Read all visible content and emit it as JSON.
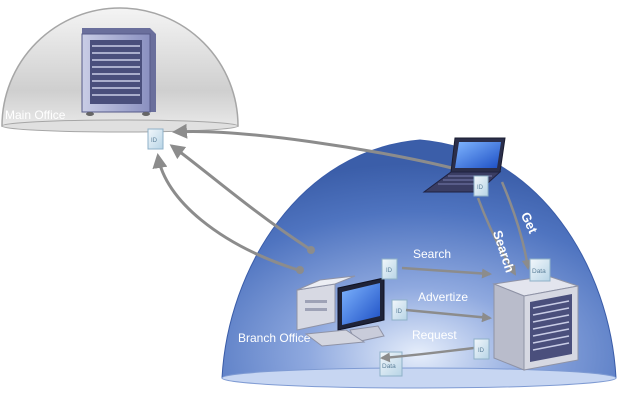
{
  "locations": {
    "main_office": "Main Office",
    "branch_office": "Branch Office"
  },
  "flows": {
    "search_horizontal": "Search",
    "advertize": "Advertize",
    "request": "Request",
    "search_vertical": "Search",
    "get": "Get",
    "get_partial": "et"
  },
  "tags": {
    "id": "ID",
    "data": "Data"
  },
  "colors": {
    "branch_dome": "#4f77c2",
    "main_dome": "#d9d9d9",
    "arrow": "#8c8c8c"
  }
}
